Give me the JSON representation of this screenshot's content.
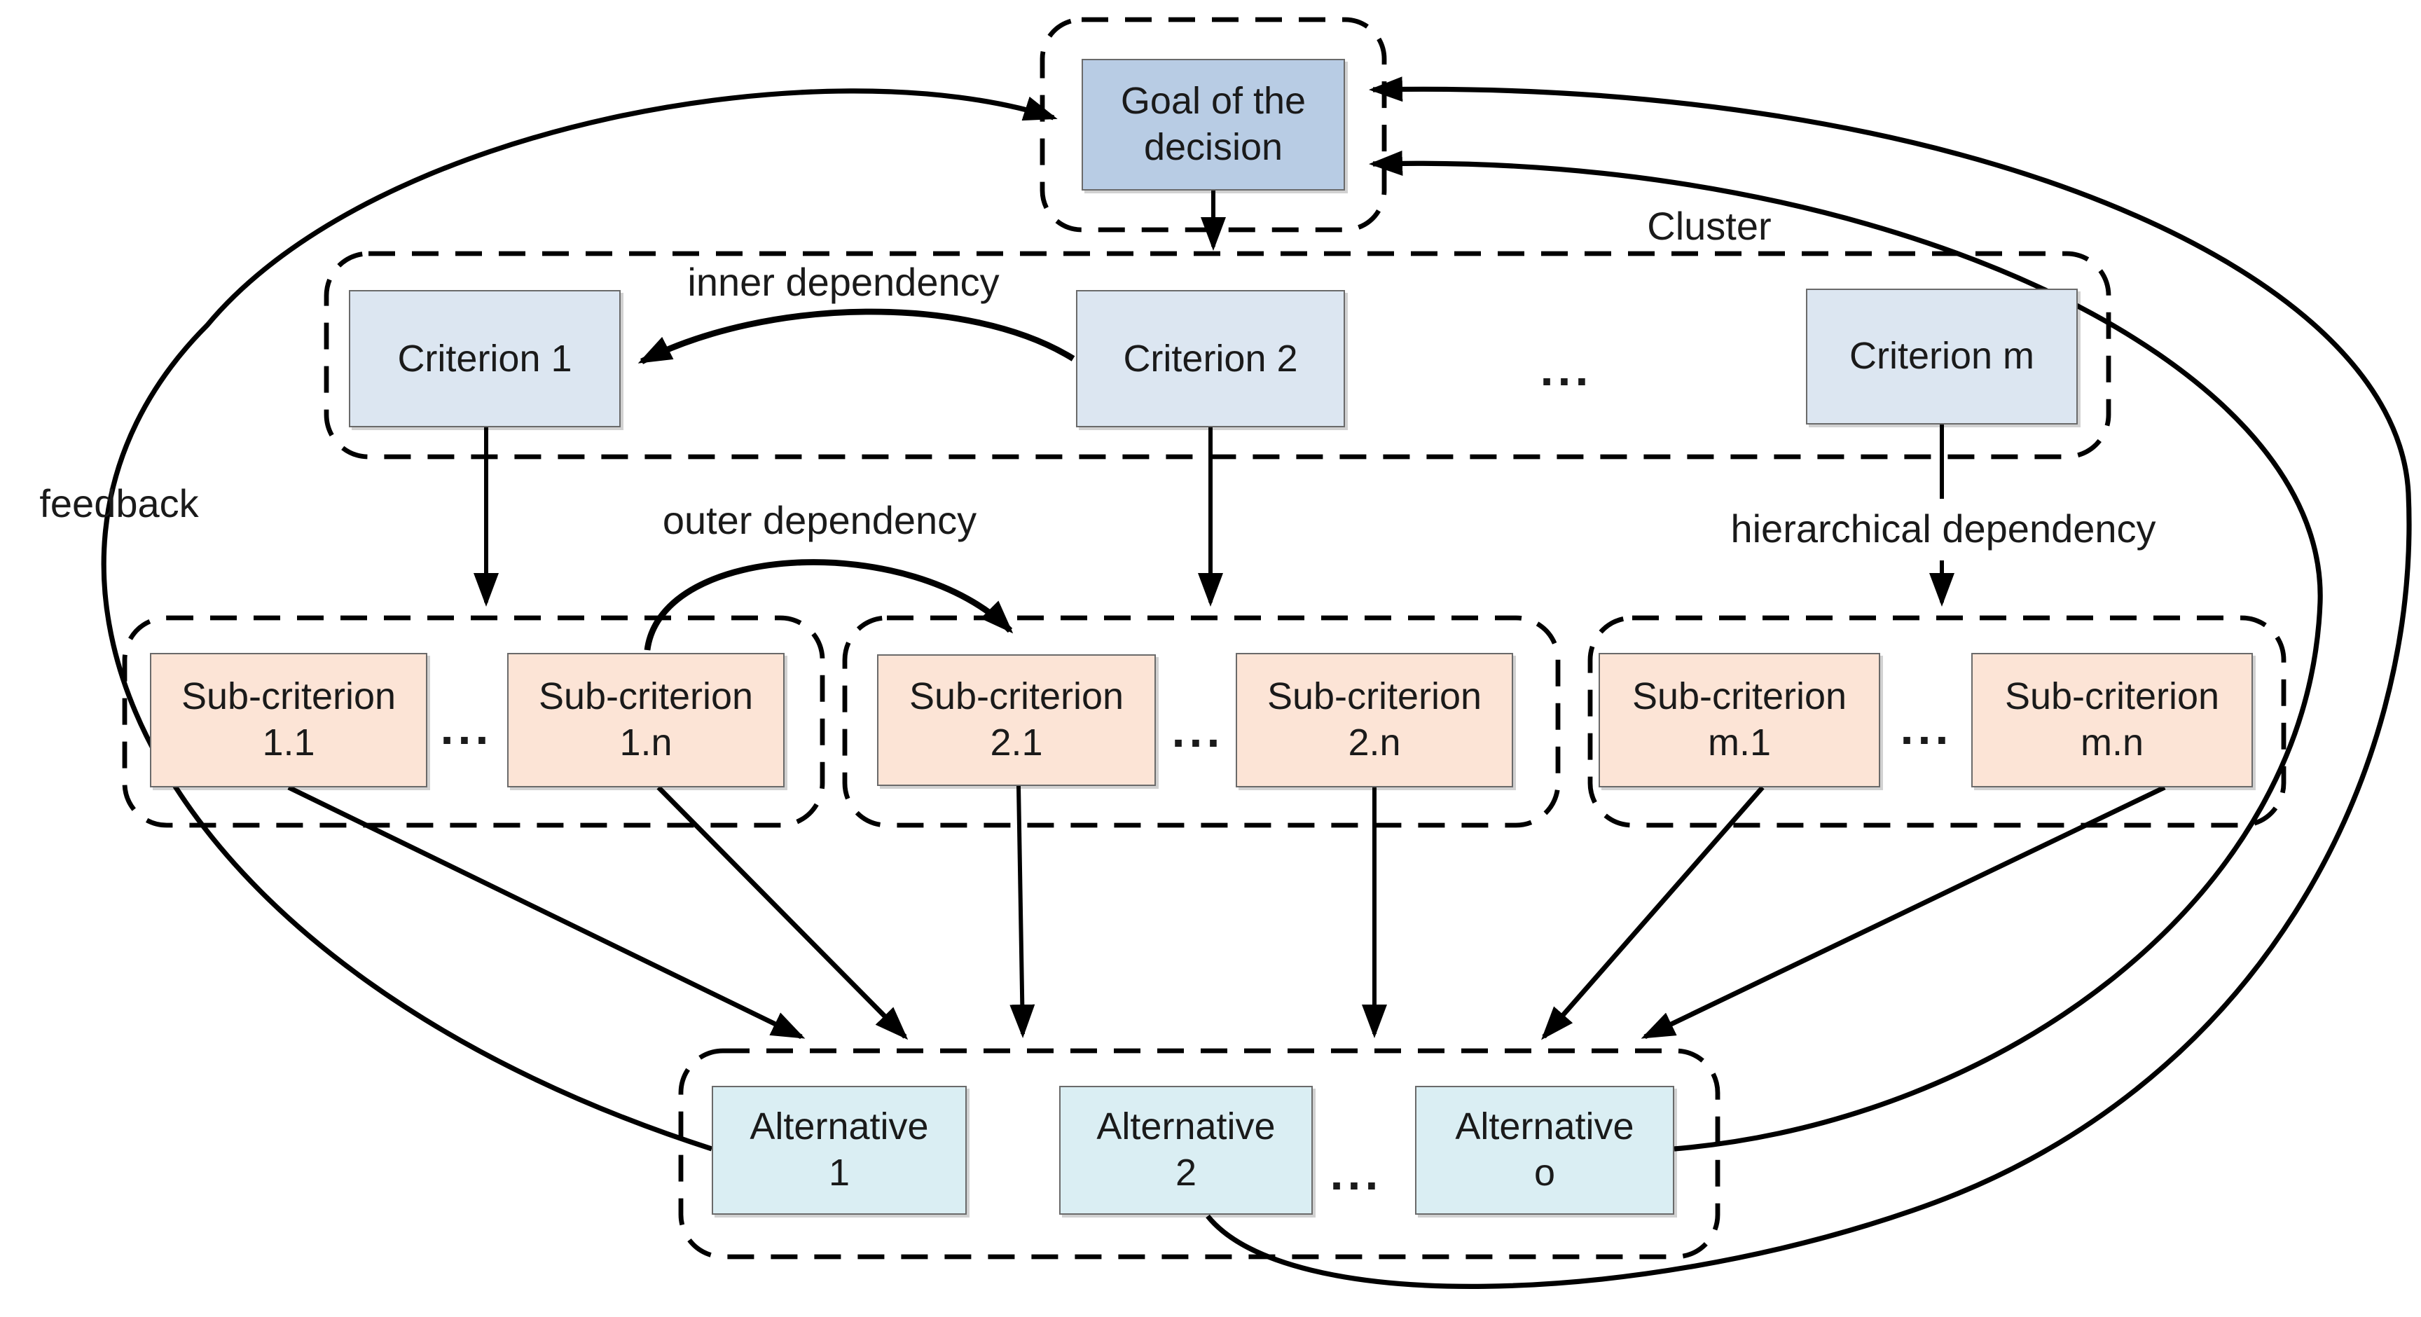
{
  "goal": {
    "line1": "Goal of the",
    "line2": "decision"
  },
  "cluster_label": "Cluster",
  "criteria": {
    "items": [
      {
        "label": "Criterion 1"
      },
      {
        "label": "Criterion 2"
      },
      {
        "label": "Criterion m"
      }
    ],
    "ellipsis": "..."
  },
  "subcriteria": {
    "groups": [
      {
        "boxes": [
          {
            "line1": "Sub-criterion",
            "line2": "1.1"
          },
          {
            "line1": "Sub-criterion",
            "line2": "1.n"
          }
        ],
        "ellipsis": "..."
      },
      {
        "boxes": [
          {
            "line1": "Sub-criterion",
            "line2": "2.1"
          },
          {
            "line1": "Sub-criterion",
            "line2": "2.n"
          }
        ],
        "ellipsis": "..."
      },
      {
        "boxes": [
          {
            "line1": "Sub-criterion",
            "line2": "m.1"
          },
          {
            "line1": "Sub-criterion",
            "line2": "m.n"
          }
        ],
        "ellipsis": "..."
      }
    ]
  },
  "alternatives": {
    "boxes": [
      {
        "line1": "Alternative",
        "line2": "1"
      },
      {
        "line1": "Alternative",
        "line2": "2"
      },
      {
        "line1": "Alternative",
        "line2": "o"
      }
    ],
    "ellipsis": "..."
  },
  "annotations": {
    "inner": "inner dependency",
    "outer": "outer dependency",
    "hierarchical": "hierarchical dependency",
    "feedback": "feedback"
  },
  "colors": {
    "goal_fill": "#b8cce4",
    "criterion_fill": "#dce6f1",
    "subcriterion_fill": "#fce4d6",
    "alternative_fill": "#daeef3",
    "box_border": "#6a6a6a",
    "line_color": "#000000"
  }
}
